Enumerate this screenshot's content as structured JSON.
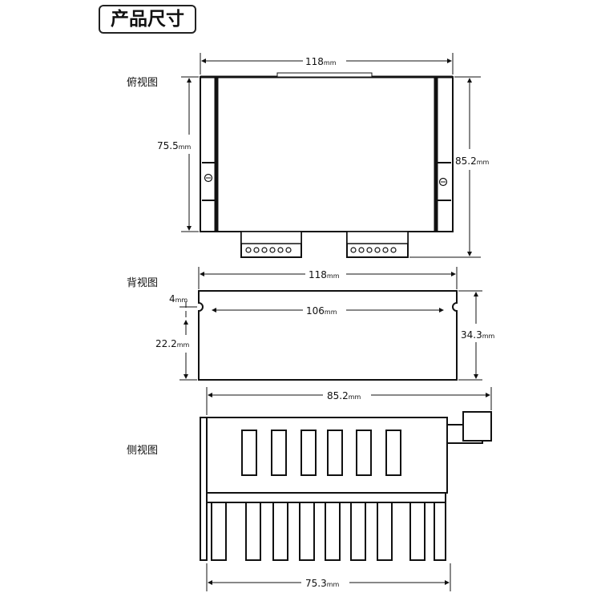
{
  "title": "产品尺寸",
  "views": {
    "top": {
      "label": "俯视图",
      "width": "118",
      "height_inner": "75.5",
      "height_total": "85.2"
    },
    "back": {
      "label": "背视图",
      "width": "118",
      "hole_spacing": "106",
      "hole_offset": "4",
      "lower_height": "22.2",
      "height": "34.3"
    },
    "side": {
      "label": "侧视图",
      "width_top": "85.2",
      "width_bottom": "75.3"
    }
  },
  "unit": "mm"
}
